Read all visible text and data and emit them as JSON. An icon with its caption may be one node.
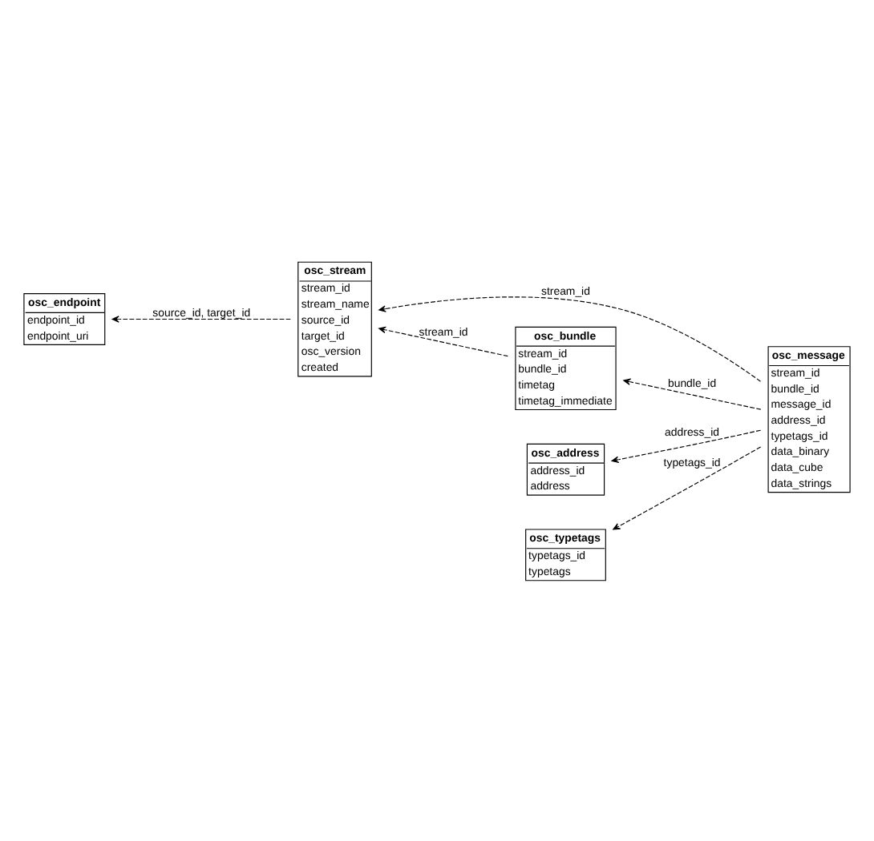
{
  "diagram": {
    "nodes": [
      {
        "text": [
          "osc_stream",
          "stream_id",
          "stream_name",
          "source_id",
          "target_id",
          "osc_version",
          "created"
        ]
      },
      {
        "text": [
          "osc_bundle",
          "stream_id",
          "bundle_id",
          "timetag",
          "timetag_immediate"
        ]
      },
      {
        "text": [
          "osc_endpoint",
          "endpoint_id",
          "endpoint_uri"
        ]
      },
      {
        "text": [
          "osc_address",
          "address_id",
          "address"
        ]
      },
      {
        "text": [
          "osc_message",
          "stream_id",
          "bundle_id",
          "message_id",
          "address_id",
          "typetags_id",
          "data_binary",
          "data_cube",
          "data_strings"
        ]
      },
      {
        "text": [
          "osc_typetags",
          "typetags_id",
          "typetags"
        ]
      }
    ],
    "edges": [
      {
        "from": 1,
        "to": 0,
        "arrow": "to",
        "label": "stream_id",
        "style": "dashed"
      },
      {
        "from": 0,
        "to": 2,
        "arrow": "to",
        "label": "source_id, target_id",
        "style": "dashed"
      },
      {
        "from": 4,
        "to": 0,
        "arrow": "to",
        "label": "stream_id",
        "style": "dashed"
      },
      {
        "from": 4,
        "to": 1,
        "arrow": "to",
        "label": "bundle_id",
        "style": "dashed"
      },
      {
        "from": 4,
        "to": 3,
        "arrow": "to",
        "label": "address_id",
        "style": "dashed"
      },
      {
        "from": 4,
        "to": 5,
        "arrow": "to",
        "label": "typetags_id",
        "style": "dashed"
      }
    ]
  }
}
